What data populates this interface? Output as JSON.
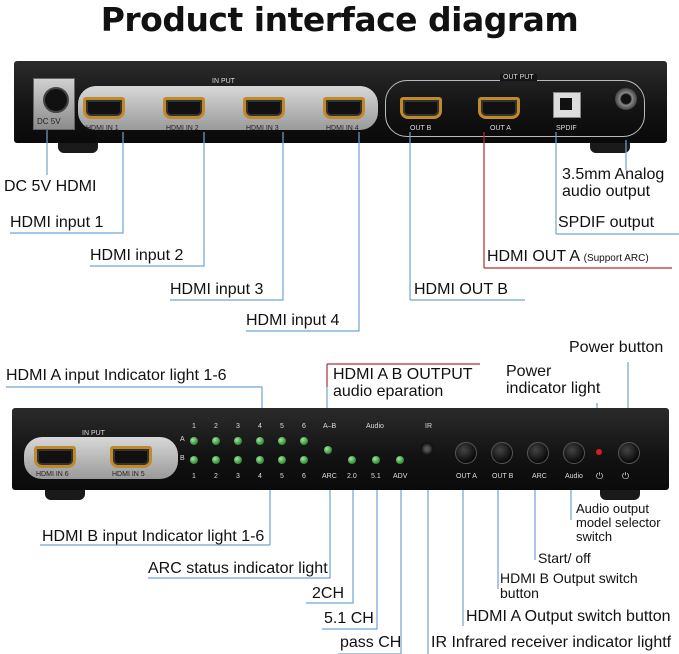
{
  "title": "Product interface diagram",
  "top_device": {
    "input_label": "IN PUT",
    "output_label": "OUT PUT",
    "dc_label": "DC 5V",
    "ports": [
      "HDMI IN 1",
      "HDMI IN 2",
      "HDMI IN 3",
      "HDMI IN 4"
    ],
    "outputs": [
      "OUT B",
      "OUT A",
      "SPDIF"
    ]
  },
  "top_callouts": {
    "dc": "DC 5V HDMI",
    "in1": "HDMI input 1",
    "in2": "HDMI input 2",
    "in3": "HDMI input 3",
    "in4": "HDMI input 4",
    "outb": "HDMI OUT B",
    "outa": "HDMI OUT A",
    "outa_note": "(Support ARC)",
    "spdif": "SPDIF output",
    "analog_l1": "3.5mm Analog",
    "analog_l2": "audio output"
  },
  "bottom_device": {
    "input_label": "IN PUT",
    "ports": [
      "HDMI IN 6",
      "HDMI IN 5"
    ],
    "led_numbers": [
      "1",
      "2",
      "3",
      "4",
      "5",
      "6"
    ],
    "row_a": "A",
    "row_b": "B",
    "ab_label": "A–B",
    "audio_label": "Audio",
    "ir_label": "IR",
    "mode_labels": [
      "ARC",
      "2.0",
      "5.1",
      "ADV"
    ],
    "button_labels": [
      "OUT A",
      "OUT B",
      "ARC",
      "Audio"
    ]
  },
  "bottom_callouts": {
    "a_input": "HDMI A input Indicator light 1-6",
    "ab_l1": "HDMI A B OUTPUT",
    "ab_l2": "audio eparation",
    "power_ind_l1": "Power",
    "power_ind_l2": "indicator light",
    "power_button": "Power button",
    "b_input": "HDMI B input Indicator light 1-6",
    "arc_status": "ARC status indicator light",
    "ch2": "2CH",
    "ch51": "5.1 CH",
    "pass": "pass CH",
    "ir": "IR Infrared receiver indicator lightf",
    "hdmi_a_switch": "HDMI A Output switch button",
    "hdmi_b_l1": "HDMI B Output switch",
    "hdmi_b_l2": "button",
    "start_off": "Start/ off",
    "audio_sel_l1": "Audio output",
    "audio_sel_l2": "model selector",
    "audio_sel_l3": "switch"
  },
  "colors": {
    "callout_line": "#6fa3d4",
    "callout_line_red": "#b03030",
    "port_gold": "#c08a2a",
    "led_green": "#3fae3f"
  }
}
